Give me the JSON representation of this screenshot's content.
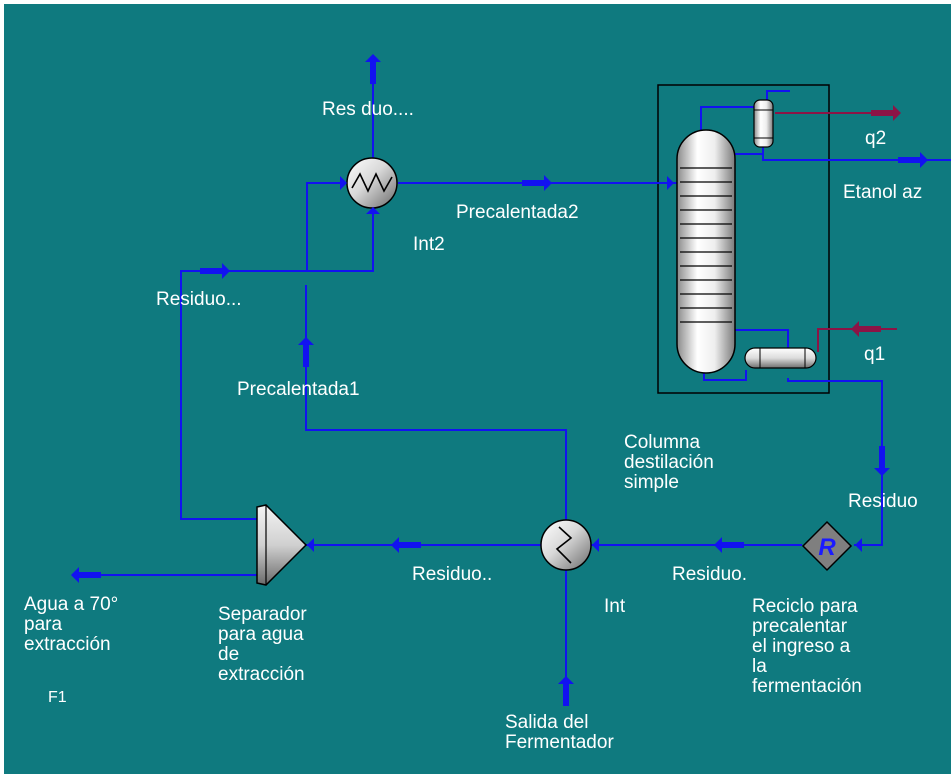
{
  "colors": {
    "background": "#0f7a7f",
    "stream": "#1212f0",
    "energy": "#8c1446",
    "equipment_outline": "#000000",
    "label_text": "#ffffff",
    "recycle_block": "#7f7f7f",
    "recycle_letter": "#1a1aff"
  },
  "streams": {
    "residuo_top": "Res duo....",
    "precalentada2": "Precalentada2",
    "residuo_left": "Residuo...",
    "precalentada1": "Precalentada1",
    "residuo_bottom_left": "Residuo..",
    "residuo_bottom_right": "Residuo.",
    "residuo_right": "Residuo",
    "etanol": "Etanol az",
    "agua": "Agua a 70°\npara\nextracción",
    "salida": "Salida del\nFermentador",
    "q1": "q1",
    "q2": "q2"
  },
  "units": {
    "int2": "Int2",
    "int": "Int",
    "columna": "Columna\ndestilación\nsimple",
    "separador": "Separador\npara agua\nde\nextracción",
    "reciclo": "Reciclo para\nprecalentar\nel ingreso a\nla\nfermentación",
    "reciclo_symbol": "R",
    "f1": "F1"
  },
  "icons": {
    "heat_exchanger": "heat-exchanger-icon",
    "column": "distillation-column-icon",
    "condenser": "condenser-icon",
    "reboiler": "reboiler-icon",
    "separator": "separator-icon",
    "recycle": "recycle-block-icon",
    "arrow": "stream-arrow-icon"
  }
}
